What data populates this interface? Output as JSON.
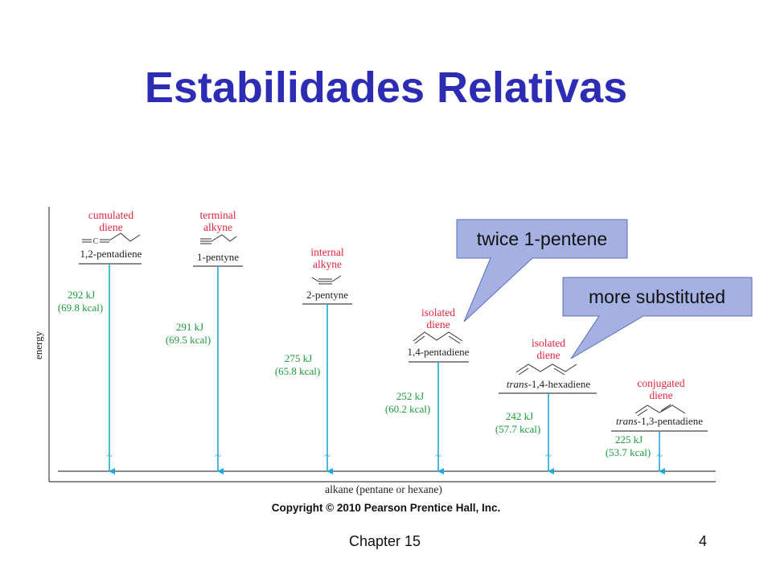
{
  "title": "Estabilidades Relativas",
  "diagram": {
    "y_axis_label": "energy",
    "baseline_label": "alkane (pentane or hexane)",
    "columns": [
      {
        "category_lines": [
          "cumulated",
          "diene"
        ],
        "compound_name": "1,2-pentadiene",
        "structure_text": "C",
        "energy_kj": "292 kJ",
        "energy_kcal": "(69.8 kcal)"
      },
      {
        "category_lines": [
          "terminal",
          "alkyne"
        ],
        "compound_name": "1-pentyne",
        "energy_kj": "291 kJ",
        "energy_kcal": "(69.5 kcal)"
      },
      {
        "category_lines": [
          "internal",
          "alkyne"
        ],
        "compound_name": "2-pentyne",
        "energy_kj": "275 kJ",
        "energy_kcal": "(65.8 kcal)"
      },
      {
        "category_lines": [
          "isolated",
          "diene"
        ],
        "compound_name": "1,4-pentadiene",
        "energy_kj": "252 kJ",
        "energy_kcal": "(60.2 kcal)"
      },
      {
        "category_lines": [
          "isolated",
          "diene"
        ],
        "compound_prefix": "trans",
        "compound_name": "-1,4-hexadiene",
        "energy_kj": "242 kJ",
        "energy_kcal": "(57.7 kcal)"
      },
      {
        "category_lines": [
          "conjugated",
          "diene"
        ],
        "compound_prefix": "trans",
        "compound_name": "-1,3-pentadiene",
        "energy_kj": "225 kJ",
        "energy_kcal": "(53.7 kcal)"
      }
    ],
    "callouts": [
      {
        "text": "twice 1-pentene"
      },
      {
        "text": "more substituted"
      }
    ],
    "colors": {
      "category": "#e0263f",
      "energy": "#1a9a3c",
      "arrow": "#1fa8d6",
      "axis": "#444444",
      "callout_fill": "#a4b1e2",
      "callout_stroke": "#5a6fb8"
    }
  },
  "copyright": "Copyright © 2010 Pearson Prentice Hall, Inc.",
  "footer": {
    "chapter": "Chapter 15",
    "page": "4"
  }
}
